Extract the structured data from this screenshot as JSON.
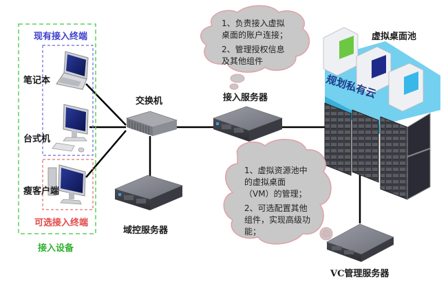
{
  "title": "虚拟桌面架构示意图",
  "access_devices": {
    "group_label": "接入设备",
    "existing_group_label": "现有接入终端",
    "optional_group_label": "可选接入终端",
    "devices": [
      {
        "label": "笔记本",
        "icon": "laptop-icon"
      },
      {
        "label": "台式机",
        "icon": "desktop-icon"
      },
      {
        "label": "瘦客户端",
        "icon": "thin-client-icon"
      }
    ]
  },
  "nodes": {
    "switch": {
      "label": "交换机",
      "icon": "network-switch-icon"
    },
    "domain_server": {
      "label": "域控服务器",
      "icon": "server-icon"
    },
    "access_server": {
      "label": "接入服务器",
      "icon": "server-icon"
    },
    "vc_server": {
      "label": "VC管理服务器",
      "icon": "server-icon"
    },
    "desktop_pool": {
      "label": "虚拟桌面池",
      "overlay_label": "规划私有云",
      "icon": "server-rack-icon"
    }
  },
  "callouts": {
    "access_server": {
      "lines": [
        "1、负责接入虚拟",
        "桌面的账户连接；",
        "2、管理授权信息",
        "及其他组件"
      ]
    },
    "vc_server": {
      "lines": [
        "1、虚拟资源池中",
        "的虚拟桌面",
        "（VM）的管理；",
        "2、可选配置其他",
        "组件，实现高级功",
        "能；"
      ]
    }
  },
  "colors": {
    "existing_border": "#6a6ad8",
    "optional_border": "#e07070",
    "group_border": "#5ad05a",
    "existing_text": "#4040d0",
    "optional_text": "#e04848",
    "group_text": "#30b030",
    "cloud_fill": "#c8c8c8",
    "cloud_stroke": "#e0a0a8",
    "pool_blue": "#5cc8ec"
  }
}
